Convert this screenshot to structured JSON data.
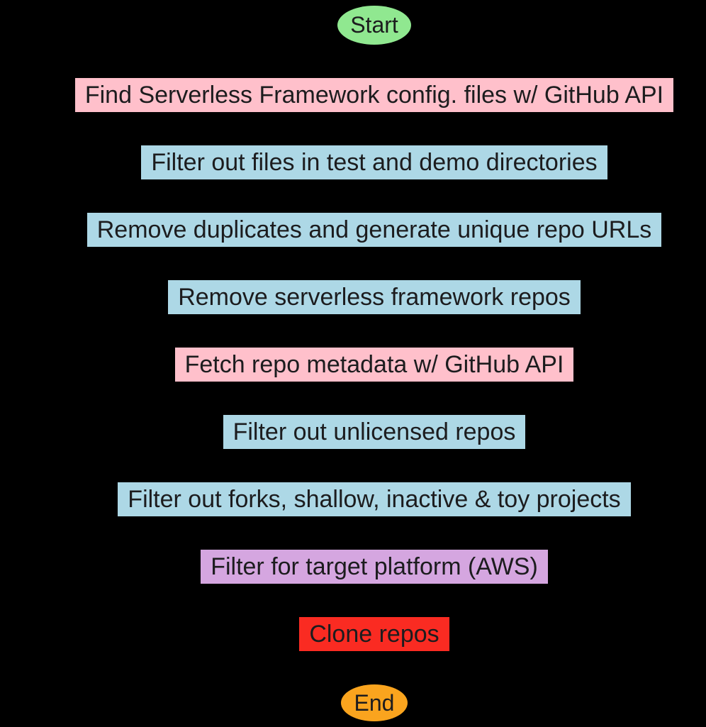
{
  "background": "#000000",
  "text_color": "#1c1c1e",
  "flowchart": {
    "type": "vertical-flowchart",
    "edge_color": "#000000",
    "nodes": [
      {
        "id": "start",
        "shape": "oval",
        "label": "Start",
        "color": "#90E890"
      },
      {
        "id": "step-1",
        "shape": "rect",
        "label": "Find Serverless Framework config. files w/ GitHub API",
        "color": "#FFC0CB"
      },
      {
        "id": "step-2",
        "shape": "rect",
        "label": "Filter out files in test and demo directories",
        "color": "#ADD8E6"
      },
      {
        "id": "step-3",
        "shape": "rect",
        "label": "Remove duplicates and generate unique repo URLs",
        "color": "#ADD8E6"
      },
      {
        "id": "step-4",
        "shape": "rect",
        "label": "Remove serverless framework repos",
        "color": "#ADD8E6"
      },
      {
        "id": "step-5",
        "shape": "rect",
        "label": "Fetch repo metadata w/ GitHub API",
        "color": "#FFC0CB"
      },
      {
        "id": "step-6",
        "shape": "rect",
        "label": "Filter out unlicensed repos",
        "color": "#ADD8E6"
      },
      {
        "id": "step-7",
        "shape": "rect",
        "label": "Filter out forks, shallow, inactive & toy projects",
        "color": "#ADD8E6"
      },
      {
        "id": "step-8",
        "shape": "rect",
        "label": "Filter for target platform (AWS)",
        "color": "#D5A6E0"
      },
      {
        "id": "step-9",
        "shape": "rect",
        "label": "Clone repos",
        "color": "#FA2B22"
      },
      {
        "id": "end",
        "shape": "oval",
        "label": "End",
        "color": "#FAA41E"
      }
    ]
  }
}
